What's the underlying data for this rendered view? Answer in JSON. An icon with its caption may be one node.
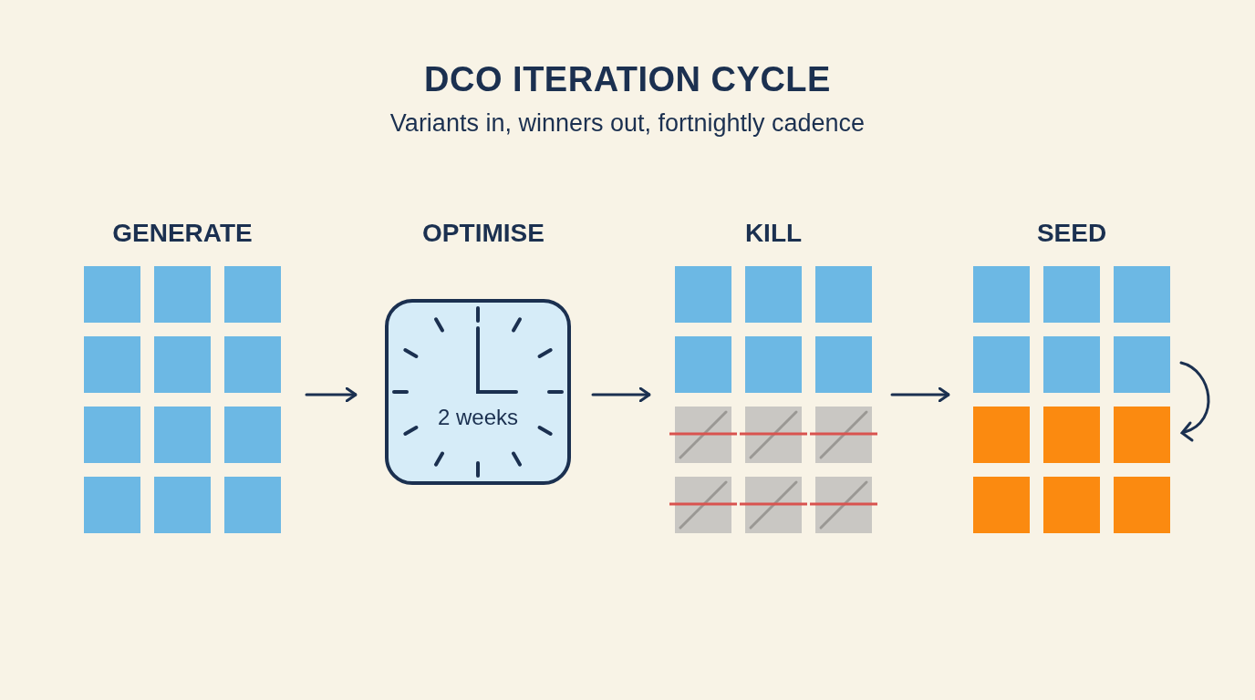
{
  "diagram": {
    "title": "DCO ITERATION CYCLE",
    "caption": "Variants in, winners out, fortnightly cadence",
    "nodes": [
      {
        "text": [
          "GENERATE"
        ]
      },
      {
        "text": [
          "OPTIMISE"
        ]
      },
      {
        "text": [
          "2 weeks"
        ],
        "in": 1
      },
      {
        "text": [
          "KILL"
        ]
      },
      {
        "text": [
          "SEED"
        ]
      }
    ],
    "edges": [
      {
        "from": 0,
        "to": 1,
        "arrow": "to"
      },
      {
        "from": 1,
        "to": 3,
        "arrow": "to"
      },
      {
        "from": 3,
        "to": 4,
        "arrow": "to"
      }
    ]
  }
}
